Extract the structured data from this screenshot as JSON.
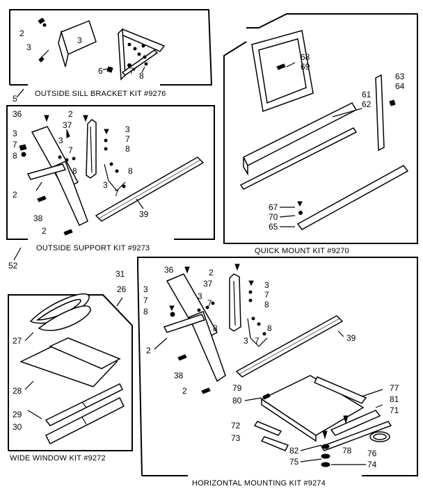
{
  "kits": {
    "sill_bracket": "OUTSIDE SILL BRACKET KIT #9276",
    "outside_support": "OUTSIDE SUPPORT KIT #9273",
    "quick_mount": "QUICK MOUNT KIT #9270",
    "wide_window": "WIDE WINDOW KIT #9272",
    "horizontal_mounting": "HORIZONTAL MOUNTING KIT #9274"
  },
  "labels": {
    "l_2": "2",
    "l_3": "3",
    "l_5": "5",
    "l_6": "6",
    "l_7": "7",
    "l_8": "8",
    "l_26": "26",
    "l_27": "27",
    "l_28": "28",
    "l_29": "29",
    "l_30": "30",
    "l_31": "31",
    "l_36": "36",
    "l_37": "37",
    "l_38": "38",
    "l_39": "39",
    "l_52": "52",
    "l_61": "61",
    "l_62": "62",
    "l_63": "63",
    "l_64": "64",
    "l_65": "65",
    "l_67": "67",
    "l_68": "68",
    "l_69": "69",
    "l_70": "70",
    "l_71": "71",
    "l_72": "72",
    "l_73": "73",
    "l_74": "74",
    "l_75": "75",
    "l_76": "76",
    "l_77": "77",
    "l_78": "78",
    "l_79": "79",
    "l_80": "80",
    "l_81": "81",
    "l_82": "82"
  }
}
